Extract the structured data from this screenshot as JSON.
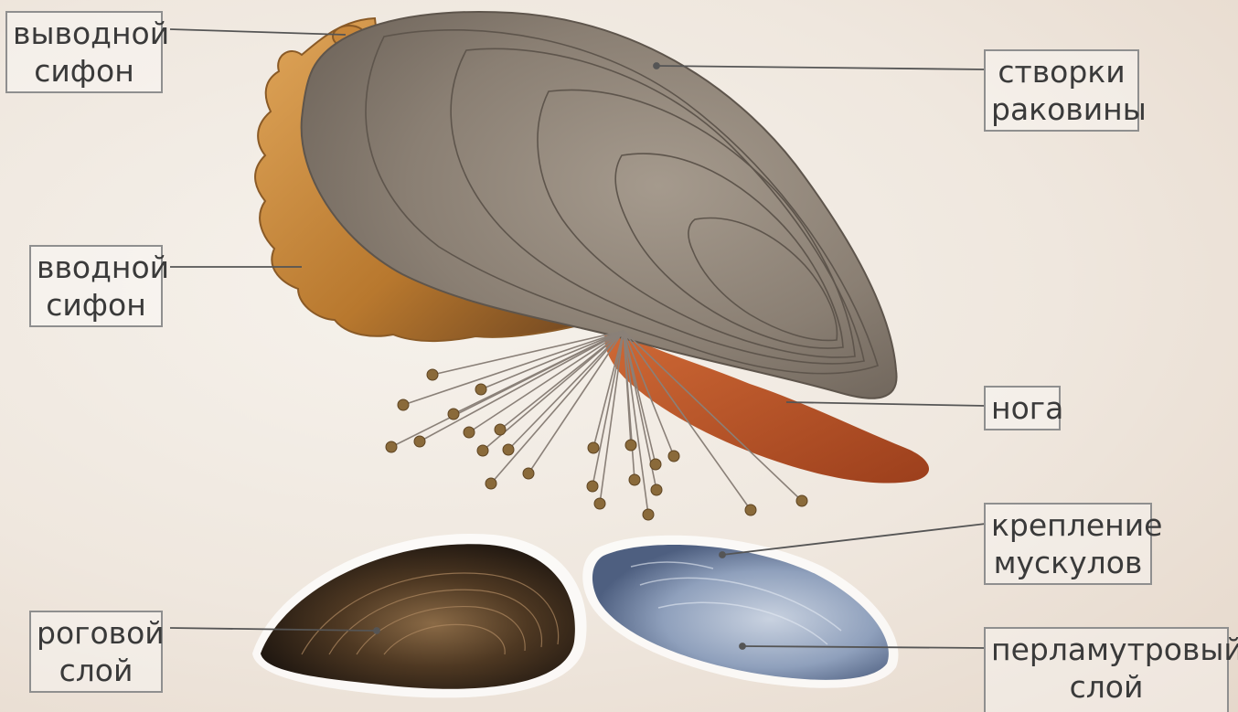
{
  "labels": {
    "outlet_siphon": [
      "выводной",
      "сифон"
    ],
    "inlet_siphon": [
      "вводной",
      "сифон"
    ],
    "shell_valves": [
      "створки",
      "раковины"
    ],
    "foot": [
      "нога"
    ],
    "muscle_attachment": [
      "крепление",
      "мускулов"
    ],
    "horn_layer": [
      "роговой",
      "слой"
    ],
    "nacre_layer": [
      "перламутровый",
      "слой"
    ]
  },
  "colors": {
    "shell": "#8a7e72",
    "mantle": "#c88a3e",
    "foot": "#b8552a",
    "byssus_thread": "#8a8078",
    "byssus_ball": "#8a6a3a",
    "leader_line": "#555555",
    "outer_shell": "#3a2a1c",
    "inner_shell": "#7f93b2"
  },
  "icons": {
    "mussel": "mussel-illustration",
    "byssus": "byssus-threads",
    "outer_shell_photo": "outer-shell-image",
    "inner_shell_photo": "inner-shell-image"
  }
}
